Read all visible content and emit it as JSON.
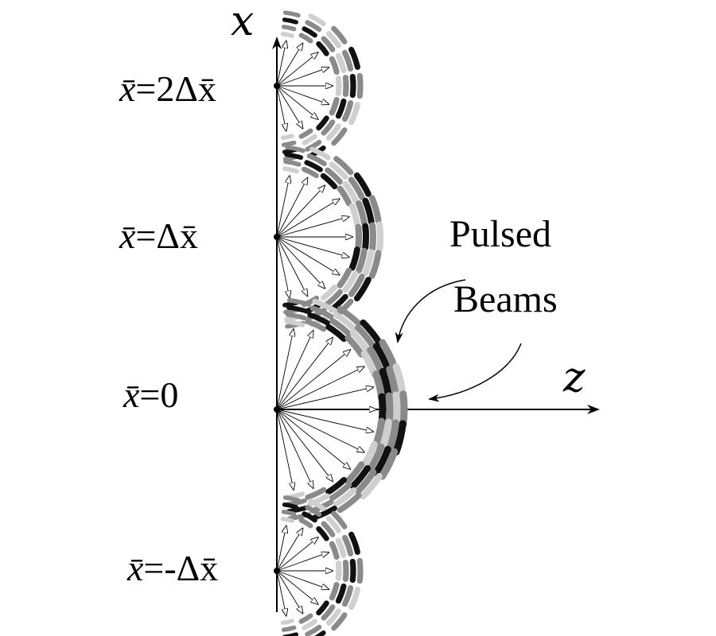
{
  "axes": {
    "x_label": "x",
    "z_label": "z"
  },
  "origins": [
    {
      "var": "x̄",
      "rest": "=2Δx̄",
      "beams": 9,
      "arcs": 4,
      "amplitude": 0.55
    },
    {
      "var": "x̄",
      "rest": "=Δx̄",
      "beams": 11,
      "arcs": 4,
      "amplitude": 0.75
    },
    {
      "var": "x̄",
      "rest": "=0",
      "beams": 13,
      "arcs": 4,
      "amplitude": 1.0
    },
    {
      "var": "x̄",
      "rest": "=-Δx̄",
      "beams": 9,
      "arcs": 4,
      "amplitude": 0.55
    }
  ],
  "callout": {
    "line1": "Pulsed",
    "line2": "Beams"
  },
  "colors": {
    "ink": "#000000",
    "wave_dark": "#111111",
    "wave_mid": "#8a8a8a",
    "wave_light": "#cfcfcf",
    "background": "#ffffff"
  }
}
